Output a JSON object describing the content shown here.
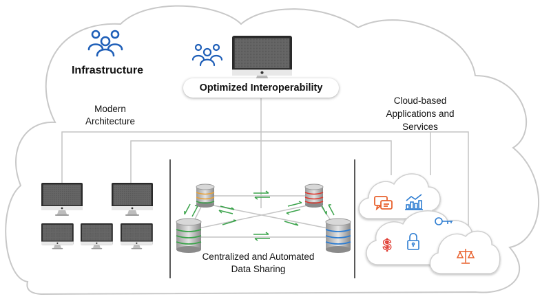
{
  "labels": {
    "infrastructure": "Infrastructure",
    "optimized_interoperability": "Optimized Interoperability",
    "modern_architecture_line1": "Modern",
    "modern_architecture_line2": "Architecture",
    "cloud_line1": "Cloud-based",
    "cloud_line2": "Applications and",
    "cloud_line3": "Services",
    "central_line1": "Centralized and Automated",
    "central_line2": "Data Sharing"
  },
  "colors": {
    "cloud_stroke": "#c8c8c8",
    "connector": "#c4c4c4",
    "people_blue": "#1f5fb8",
    "arrow_green": "#3aa34a",
    "icon_orange": "#e8602c",
    "icon_blue": "#2c7cd1",
    "icon_red": "#e0392f"
  },
  "icons": {
    "people": "people-group-icon",
    "monitor": "desktop-monitor-icon",
    "database": "database-server-icon",
    "chat": "chat-bubbles-icon",
    "chart": "bar-chart-icon",
    "key": "key-icon",
    "dollar": "dollar-icon",
    "lock": "padlock-icon",
    "scale": "balance-scale-icon"
  }
}
